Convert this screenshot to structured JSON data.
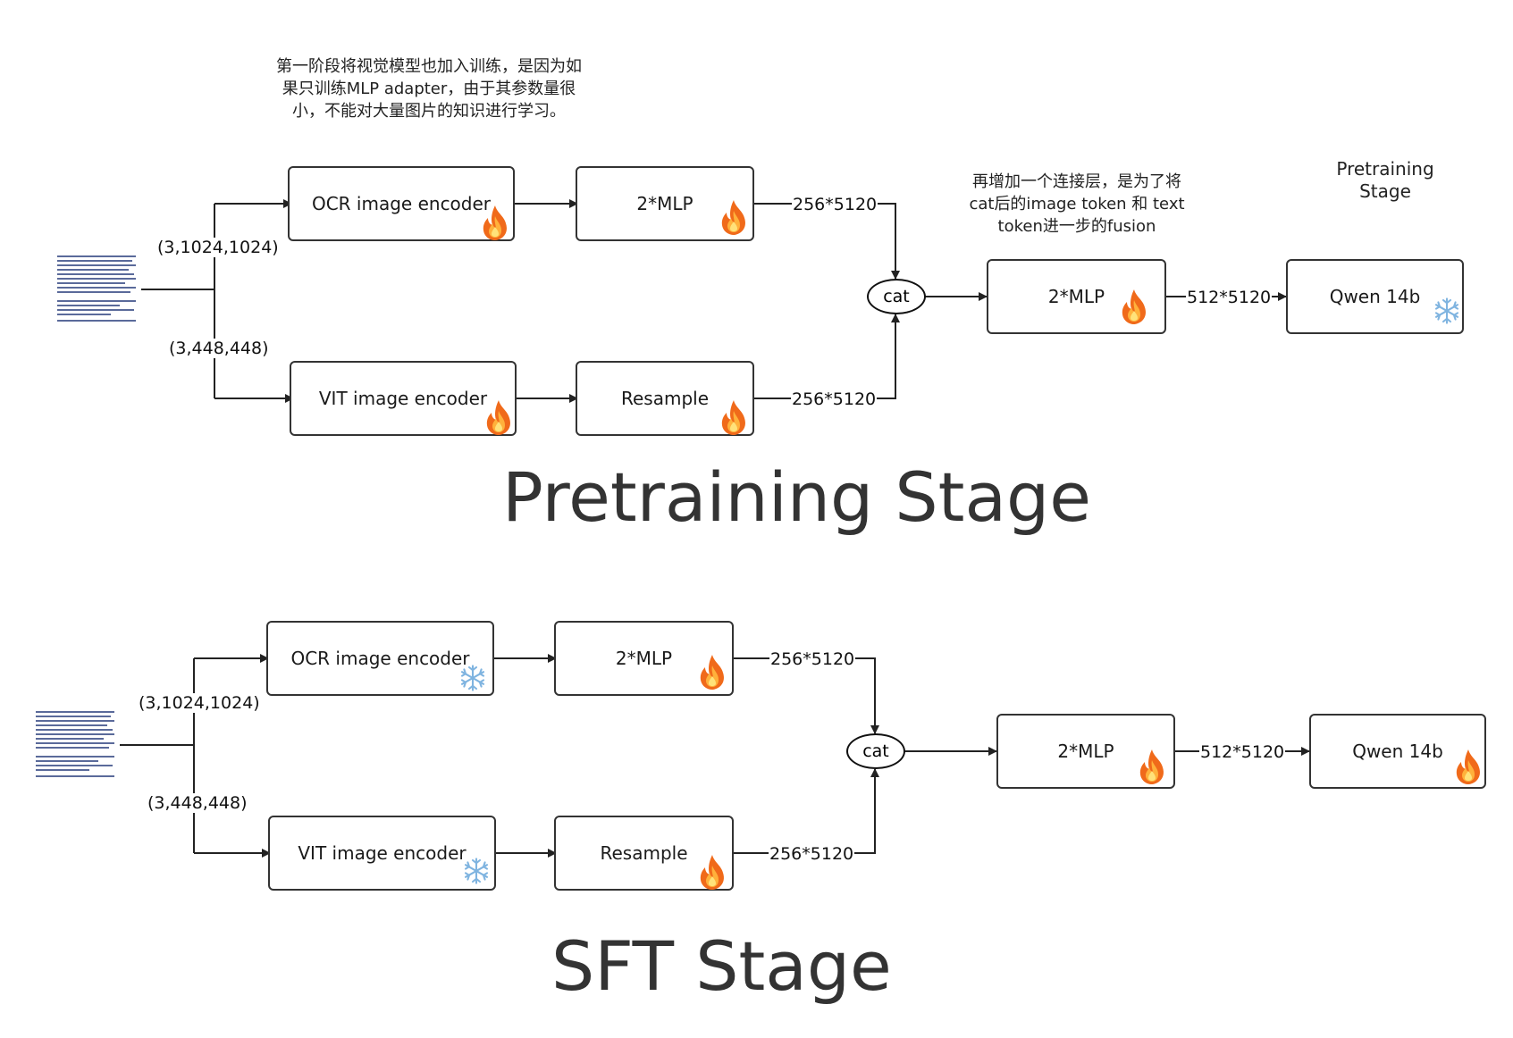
{
  "pretrain": {
    "note_vision": [
      "第一阶段将视觉模型也加入训练，是因为如",
      "果只训练MLP adapter，由于其参数量很",
      "小，不能对大量图片的知识进行学习。"
    ],
    "note_fusion": [
      "再增加一个连接层，是为了将",
      "cat后的image token 和 text",
      "token进一步的fusion"
    ],
    "note_stage": [
      "Pretraining",
      "Stage"
    ],
    "ocr_encoder": {
      "label": "OCR image encoder",
      "icon": "fire-icon"
    },
    "mlp_top": {
      "label": "2*MLP",
      "icon": "fire-icon"
    },
    "vit_encoder": {
      "label": "VIT image encoder",
      "icon": "fire-icon"
    },
    "resample": {
      "label": "Resample",
      "icon": "fire-icon"
    },
    "cat": "cat",
    "mlp_fuse": {
      "label": "2*MLP",
      "icon": "fire-icon"
    },
    "llm": {
      "label": "Qwen 14b",
      "icon": "snowflake-icon"
    },
    "shape_ocr": "(3,1024,1024)",
    "shape_vit": "(3,448,448)",
    "dim_top": "256*5120",
    "dim_bottom": "256*5120",
    "dim_fuse": "512*5120",
    "title": "Pretraining Stage"
  },
  "sft": {
    "ocr_encoder": {
      "label": "OCR image encoder",
      "icon": "snowflake-icon"
    },
    "mlp_top": {
      "label": "2*MLP",
      "icon": "fire-icon"
    },
    "vit_encoder": {
      "label": "VIT image encoder",
      "icon": "snowflake-icon"
    },
    "resample": {
      "label": "Resample",
      "icon": "fire-icon"
    },
    "cat": "cat",
    "mlp_fuse": {
      "label": "2*MLP",
      "icon": "fire-icon"
    },
    "llm": {
      "label": "Qwen 14b",
      "icon": "fire-icon"
    },
    "shape_ocr": "(3,1024,1024)",
    "shape_vit": "(3,448,448)",
    "dim_top": "256*5120",
    "dim_bottom": "256*5120",
    "dim_fuse": "512*5120",
    "title": "SFT Stage"
  }
}
